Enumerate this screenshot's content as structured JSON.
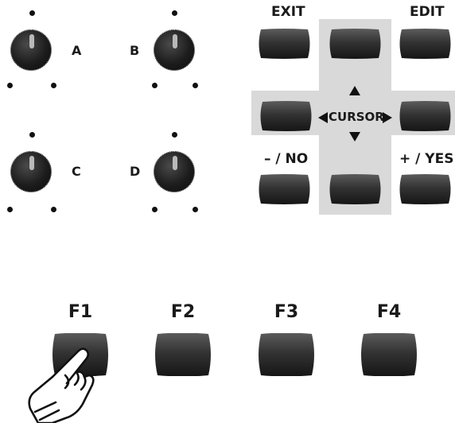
{
  "knobs": {
    "a_label": "A",
    "b_label": "B",
    "c_label": "C",
    "d_label": "D"
  },
  "panel": {
    "exit_label": "EXIT",
    "edit_label": "EDIT",
    "no_label": "– / NO",
    "yes_label": "+ / YES",
    "cursor_label": "CURSOR"
  },
  "function_keys": [
    "F1",
    "F2",
    "F3",
    "F4"
  ],
  "colors": {
    "button_dark": "#1f1f1f",
    "button_light": "#5a5a5a",
    "cursor_panel": "#d9d9d9",
    "knob_indicator": "#b9b9b9"
  }
}
